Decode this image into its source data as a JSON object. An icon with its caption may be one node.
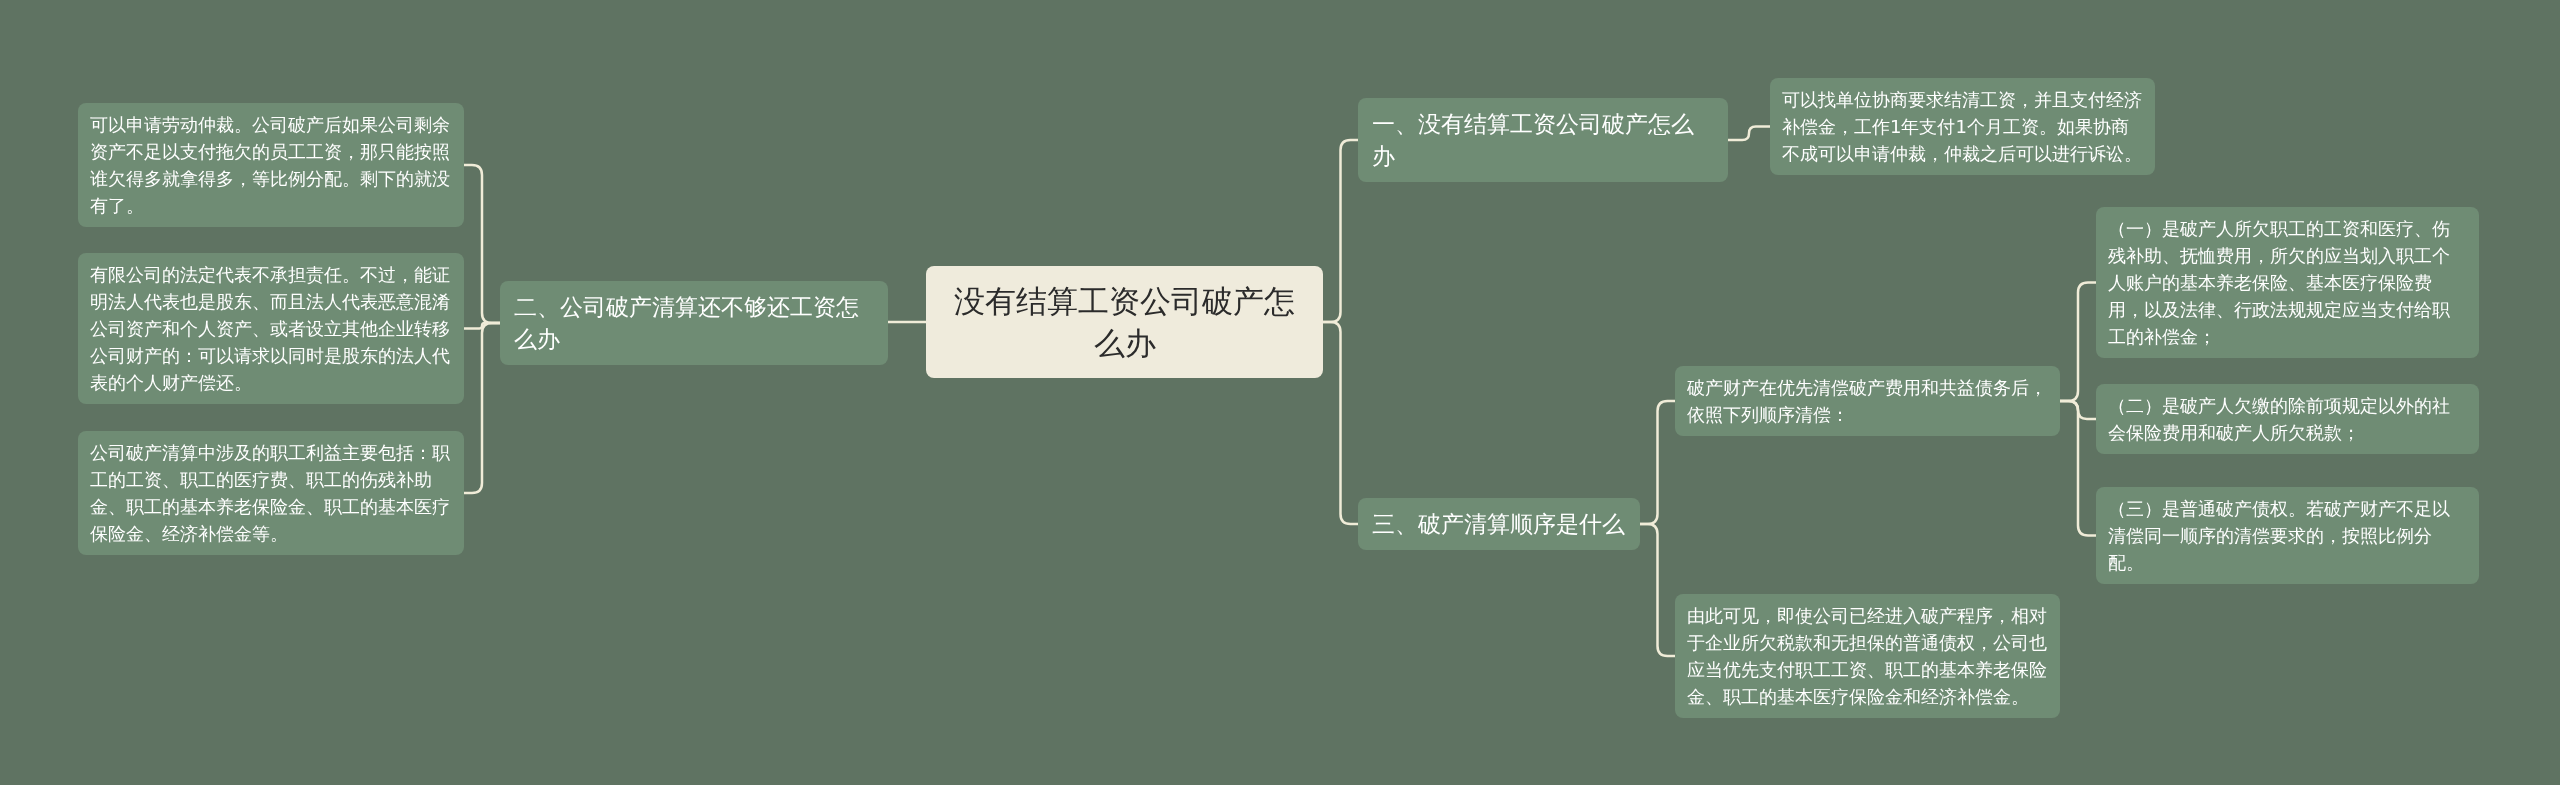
{
  "diagram": {
    "nodes": [
      {
        "text": [
          "没有结算工资公司破产怎么办"
        ]
      },
      {
        "text": [
          "一、没有结算工资公司破产怎么办"
        ]
      },
      {
        "text": [
          "可以找单位协商要求结清工资，并且支付经济补偿金，工作1年支付1个月工资。如果协商不成可以申请仲裁，仲裁之后可以进行诉讼。"
        ]
      },
      {
        "text": [
          "三、破产清算顺序是什么"
        ]
      },
      {
        "text": [
          "破产财产在优先清偿破产费用和共益债务后，依照下列顺序清偿："
        ]
      },
      {
        "text": [
          "（一）是破产人所欠职工的工资和医疗、伤残补助、抚恤费用，所欠的应当划入职工个人账户的基本养老保险、基本医疗保险费用，以及法律、行政法规规定应当支付给职工的补偿金；"
        ]
      },
      {
        "text": [
          "（二）是破产人欠缴的除前项规定以外的社会保险费用和破产人所欠税款；"
        ]
      },
      {
        "text": [
          "（三）是普通破产债权。若破产财产不足以清偿同一顺序的清偿要求的，按照比例分配。"
        ]
      },
      {
        "text": [
          "由此可见，即使公司已经进入破产程序，相对于企业所欠税款和无担保的普通债权，公司也应当优先支付职工工资、职工的基本养老保险金、职工的基本医疗保险金和经济补偿金。"
        ]
      },
      {
        "text": [
          "二、公司破产清算还不够还工资怎么办"
        ]
      },
      {
        "text": [
          "可以申请劳动仲裁。公司破产后如果公司剩余资产不足以支付拖欠的员工工资，那只能按照谁欠得多就拿得多，等比例分配。剩下的就没有了。"
        ]
      },
      {
        "text": [
          "有限公司的法定代表不承担责任。不过，能证明法人代表也是股东、而且法人代表恶意混淆公司资产和个人资产、或者设立其他企业转移公司财产的：可以请求以同时是股东的法人代表的个人财产偿还。"
        ]
      },
      {
        "text": [
          "公司破产清算中涉及的职工利益主要包括：职工的工资、职工的医疗费、职工的伤残补助金、职工的基本养老保险金、职工的基本医疗保险金、经济补偿金等。"
        ]
      }
    ],
    "edges": [
      {
        "from": 0,
        "to": 1,
        "arrow": "none"
      },
      {
        "from": 1,
        "to": 2,
        "arrow": "none"
      },
      {
        "from": 0,
        "to": 3,
        "arrow": "none"
      },
      {
        "from": 3,
        "to": 4,
        "arrow": "none"
      },
      {
        "from": 4,
        "to": 5,
        "arrow": "none"
      },
      {
        "from": 4,
        "to": 6,
        "arrow": "none"
      },
      {
        "from": 4,
        "to": 7,
        "arrow": "none"
      },
      {
        "from": 3,
        "to": 8,
        "arrow": "none"
      },
      {
        "from": 0,
        "to": 9,
        "arrow": "none"
      },
      {
        "from": 9,
        "to": 10,
        "arrow": "none"
      },
      {
        "from": 9,
        "to": 11,
        "arrow": "none"
      },
      {
        "from": 9,
        "to": 12,
        "arrow": "none"
      }
    ]
  }
}
